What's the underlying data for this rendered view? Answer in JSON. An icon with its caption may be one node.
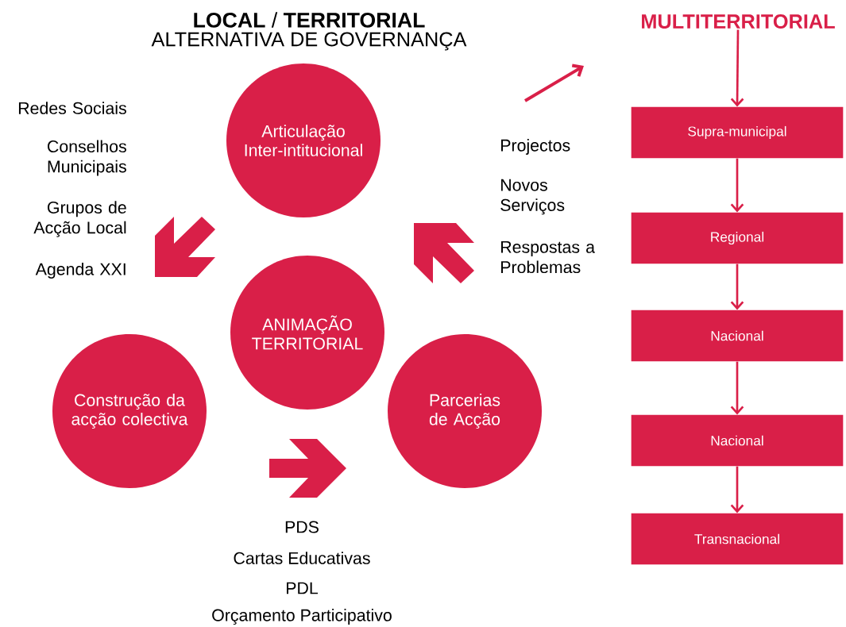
{
  "diagram": {
    "title": "**LOCAL** / **TERRITORIAL**",
    "nodes": [
      {
        "text": [
          "Articulação Inter-intitucional"
        ]
      },
      {
        "text": [
          "ANIMAÇÃO TERRITORIAL"
        ]
      },
      {
        "text": [
          "Construção da acção colectiva"
        ]
      },
      {
        "text": [
          "Parcerias de Acção"
        ]
      },
      {
        "text": [
          "MULTITERRITORIAL"
        ]
      },
      {
        "text": [
          "Supra-municipal"
        ]
      },
      {
        "text": [
          "Regional"
        ]
      },
      {
        "text": [
          "Nacional"
        ]
      },
      {
        "text": [
          "Nacional"
        ]
      },
      {
        "text": [
          "Transnacional"
        ]
      }
    ],
    "edges": [
      {
        "from": 4,
        "to": 5,
        "arrow": "to"
      },
      {
        "from": 5,
        "to": 6,
        "arrow": "to"
      },
      {
        "from": 6,
        "to": 7,
        "arrow": "to"
      },
      {
        "from": 7,
        "to": 8,
        "arrow": "to"
      },
      {
        "from": 8,
        "to": 9,
        "arrow": "to"
      }
    ],
    "labels": [
      "ALTERNATIVA DE GOVERNANÇA",
      "Redes Sociais",
      "Conselhos Municipais",
      "Grupos de Acção Local",
      "Agenda XXI",
      "Projectos",
      "Novos Serviços",
      "Respostas a Problemas",
      "PDS",
      "Cartas Educativas",
      "PDL",
      "Orçamento Participativo"
    ]
  }
}
